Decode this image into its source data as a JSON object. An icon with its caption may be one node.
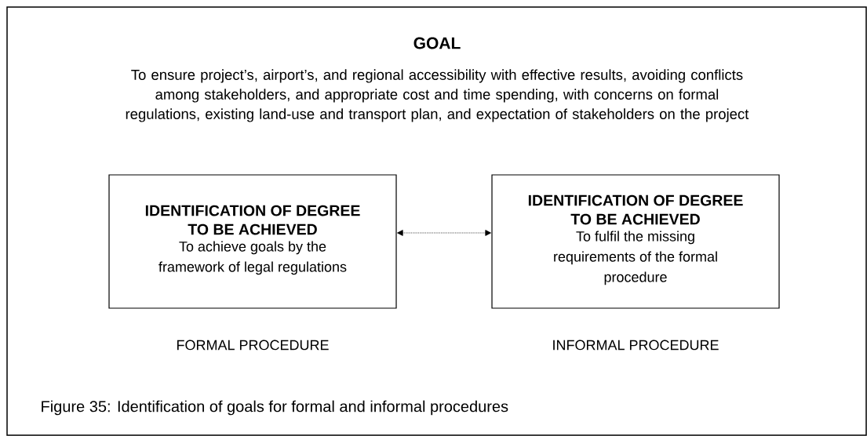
{
  "diagram": {
    "title": "GOAL",
    "caption": "Figure 35: Identification of goals for formal and informal procedures",
    "nodes": [
      {
        "text": [
          "IDENTIFICATION OF DEGREE TO BE ACHIEVED",
          "To achieve goals by the framework of legal regulations"
        ],
        "beside": [
          "FORMAL PROCEDURE"
        ]
      },
      {
        "text": [
          "IDENTIFICATION OF DEGREE TO BE ACHIEVED",
          "To fulfil the missing requirements of the formal procedure"
        ],
        "beside": [
          "INFORMAL PROCEDURE"
        ]
      }
    ],
    "edges": [
      {
        "from": 0,
        "to": 1,
        "arrow": "both",
        "style": "dashed"
      }
    ],
    "labels": [
      "To ensure project’s, airport’s, and regional accessibility with effective results, avoiding conflicts among stakeholders, and appropriate cost and time spending, with concerns on formal regulations, existing land-use and transport plan, and expectation of stakeholders on the project"
    ]
  }
}
